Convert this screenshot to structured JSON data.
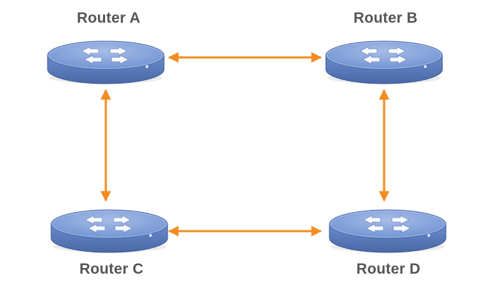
{
  "routers": [
    {
      "id": "a",
      "label": "Router A"
    },
    {
      "id": "b",
      "label": "Router B"
    },
    {
      "id": "c",
      "label": "Router C"
    },
    {
      "id": "d",
      "label": "Router D"
    }
  ],
  "links": [
    {
      "from": "Router A",
      "to": "Router B",
      "direction": "bidirectional"
    },
    {
      "from": "Router A",
      "to": "Router C",
      "direction": "bidirectional"
    },
    {
      "from": "Router B",
      "to": "Router D",
      "direction": "bidirectional"
    },
    {
      "from": "Router C",
      "to": "Router D",
      "direction": "bidirectional"
    }
  ],
  "colors": {
    "link": "#f28c22",
    "router_top": "#7f9fd8",
    "router_side": "#5577b8",
    "router_edge": "#4a68a6",
    "label": "#555555",
    "arrow_glyph": "#ffffff"
  },
  "icons": {
    "router": "router-icon"
  }
}
